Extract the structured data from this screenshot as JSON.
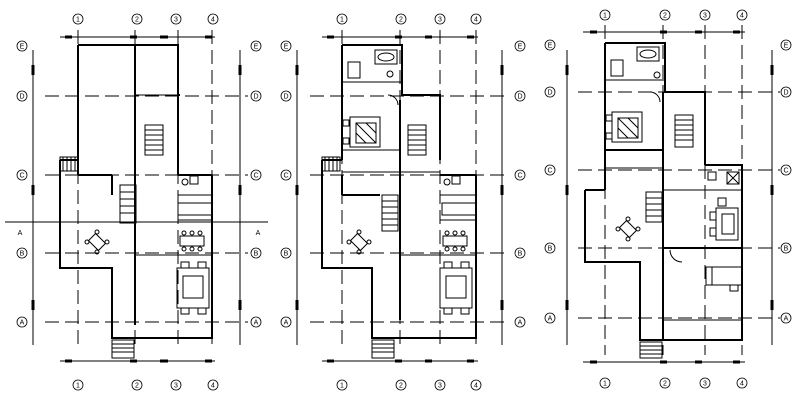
{
  "plans": [
    {
      "id": "plan-1",
      "column_labels_top": [
        "1",
        "2",
        "3",
        "4"
      ],
      "column_labels_bottom": [
        "1",
        "2",
        "3",
        "4"
      ],
      "row_labels_left": [
        "E",
        "D",
        "C",
        "B",
        "A"
      ],
      "row_labels_right": [
        "E",
        "D",
        "C",
        "B",
        "A"
      ],
      "section_marks": [
        "A",
        "A"
      ]
    },
    {
      "id": "plan-2",
      "column_labels_top": [
        "1",
        "2",
        "3",
        "4"
      ],
      "column_labels_bottom": [
        "1",
        "2",
        "3",
        "4"
      ],
      "row_labels_left": [
        "E",
        "D",
        "C",
        "B",
        "A"
      ],
      "row_labels_right": [
        "E",
        "D",
        "C",
        "B",
        "A"
      ]
    },
    {
      "id": "plan-3",
      "column_labels_top": [
        "1",
        "2",
        "3",
        "4"
      ],
      "column_labels_bottom": [
        "1",
        "2",
        "3",
        "4"
      ],
      "row_labels_left": [
        "E",
        "D",
        "C",
        "B",
        "A"
      ],
      "row_labels_right": [
        "E",
        "D",
        "C",
        "B",
        "A"
      ]
    }
  ]
}
